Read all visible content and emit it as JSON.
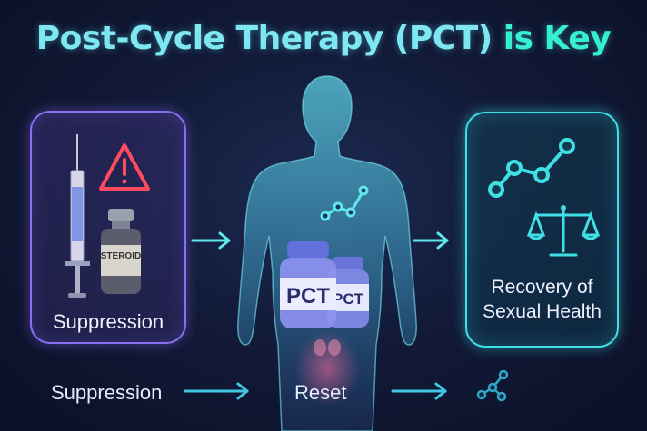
{
  "title": {
    "main": "Post-Cycle Therapy (PCT)",
    "highlight": "is Key"
  },
  "cards": {
    "suppression": {
      "label": "Suppression",
      "vial_label": "STEROID"
    },
    "recovery": {
      "label_line1": "Recovery of",
      "label_line2": "Sexual Health"
    }
  },
  "center": {
    "bottle_large": "PCT",
    "bottle_small": "PCT"
  },
  "bottom_flow": {
    "step1": "Suppression",
    "step2": "Reset"
  },
  "colors": {
    "cyan": "#3ee0e6",
    "purple": "#8a6ff0",
    "warning": "#ff4a5f"
  },
  "icons": [
    "syringe-icon",
    "warning-icon",
    "vial-icon",
    "molecule-icon",
    "trend-line-icon",
    "scales-icon",
    "arrow-right-icon"
  ]
}
